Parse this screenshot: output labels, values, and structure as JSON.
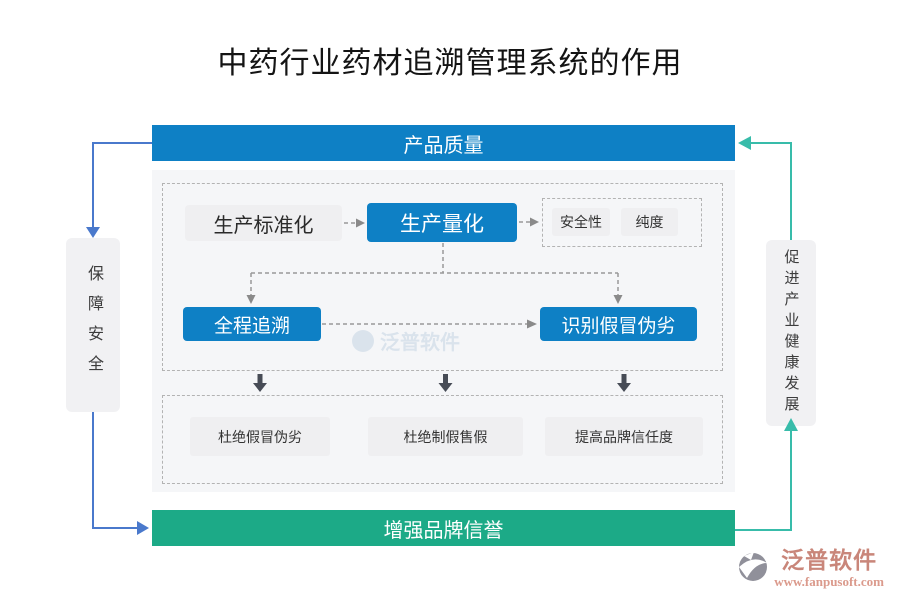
{
  "title": "中药行业药材追溯管理系统的作用",
  "banners": {
    "top": "产品质量",
    "bottom": "增强品牌信誉"
  },
  "flow": {
    "row1": {
      "standard": "生产标准化",
      "quantify": "生产量化",
      "safety": "安全性",
      "purity": "纯度"
    },
    "row2": {
      "trace": "全程追溯",
      "identify": "识别假冒伪劣"
    },
    "results": [
      "杜绝假冒伪劣",
      "杜绝制假售假",
      "提高品牌信任度"
    ]
  },
  "sides": {
    "left": "保障安全",
    "right": "促进产业健康发展"
  },
  "watermark": {
    "text": "泛普软件"
  },
  "footer": {
    "brand": "泛普软件",
    "url": "www.fanpusoft.com"
  },
  "colors": {
    "banner_blue": "#0e80c5",
    "banner_green": "#1caa87",
    "node_blue": "#0e80c5",
    "node_gray": "#efeff1",
    "panel_bg": "#f5f6f8",
    "connector_blue": "#4a79cc",
    "connector_teal": "#38bcaa",
    "dashed_gray": "#999999",
    "solid_arrow": "#474c56",
    "brand_text": "#c9867a",
    "url_text": "#db9a8c"
  }
}
